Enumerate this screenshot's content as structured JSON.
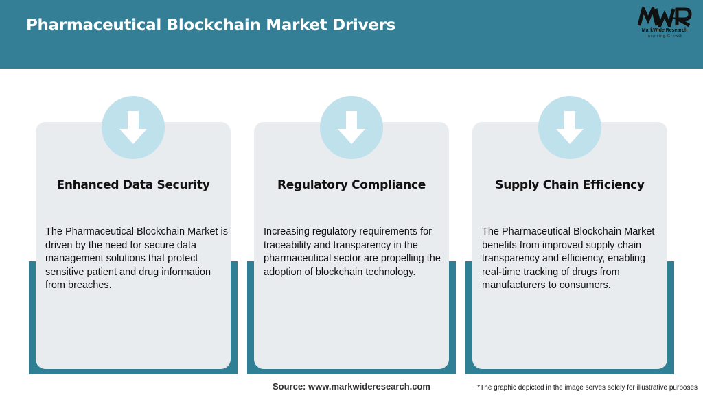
{
  "header": {
    "title": "Pharmaceutical Blockchain Market Drivers",
    "logo_name": "MarkWide Research",
    "logo_tagline": "Inspiring Growth"
  },
  "colors": {
    "header_bg": "#357f96",
    "accent": "#2f7f95",
    "card_bg": "#e9ecef",
    "icon_circle": "#bfe1ec"
  },
  "drivers": [
    {
      "icon": "down-arrow-icon",
      "title": "Enhanced Data Security",
      "text": "The Pharmaceutical Blockchain Market is driven by the need for secure data management solutions that protect sensitive patient and drug information from breaches."
    },
    {
      "icon": "down-arrow-icon",
      "title": "Regulatory Compliance",
      "text": "Increasing regulatory requirements for traceability and transparency in the pharmaceutical sector are propelling the adoption of blockchain technology."
    },
    {
      "icon": "down-arrow-icon",
      "title": "Supply Chain Efficiency",
      "text": "The Pharmaceutical Blockchain Market benefits from improved supply chain transparency and efficiency, enabling real-time tracking of drugs from manufacturers to consumers."
    }
  ],
  "footer": {
    "source": "Source: www.markwideresearch.com",
    "disclaimer": "*The graphic depicted in the image serves solely for illustrative purposes"
  }
}
